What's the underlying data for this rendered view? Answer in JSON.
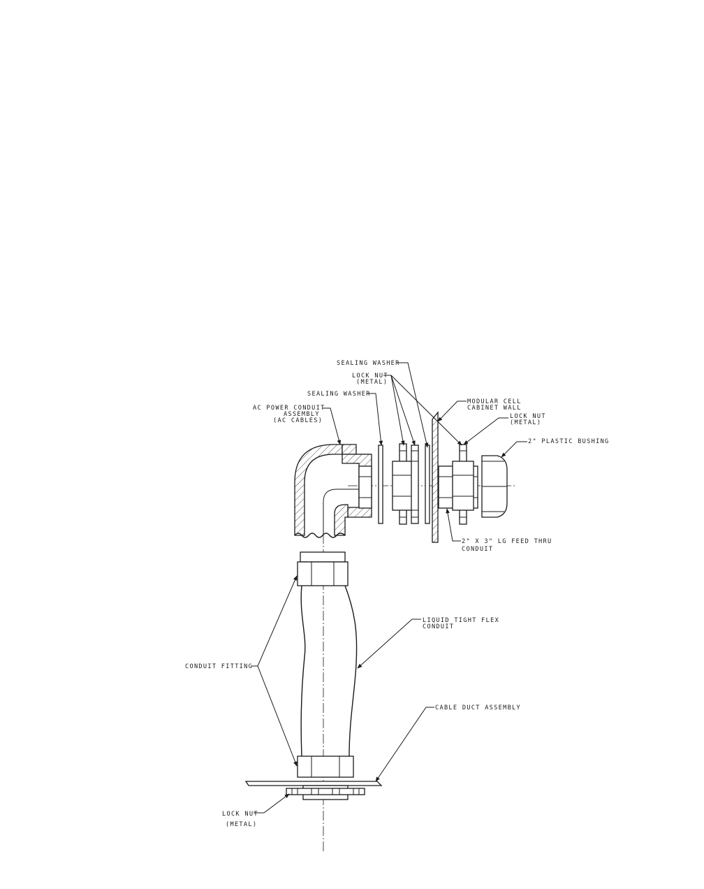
{
  "labels": {
    "sealing_washer_top": "SEALING WASHER",
    "lock_nut_top_1": "LOCK NUT",
    "lock_nut_top_2": "(METAL)",
    "sealing_washer_mid": "SEALING WASHER",
    "ac_power_1": "AC POWER CONDUIT",
    "ac_power_2": "ASSEMBLY",
    "ac_power_3": "(AC CABLES)",
    "modular_cell_1": "MODULAR CELL",
    "modular_cell_2": "CABINET WALL",
    "lock_nut_right_1": "LOCK NUT",
    "lock_nut_right_2": "(METAL)",
    "plastic_bushing": "2\" PLASTIC BUSHING",
    "feed_thru_1": "2\" X 3\" LG FEED THRU",
    "feed_thru_2": "CONDUIT",
    "liquid_tight_1": "LIQUID TIGHT FLEX",
    "liquid_tight_2": "CONDUIT",
    "conduit_fitting": "CONDUIT FITTING",
    "cable_duct": "CABLE DUCT ASSEMBLY",
    "lock_nut_bottom_1": "LOCK NUT",
    "lock_nut_bottom_2": "(METAL)"
  }
}
